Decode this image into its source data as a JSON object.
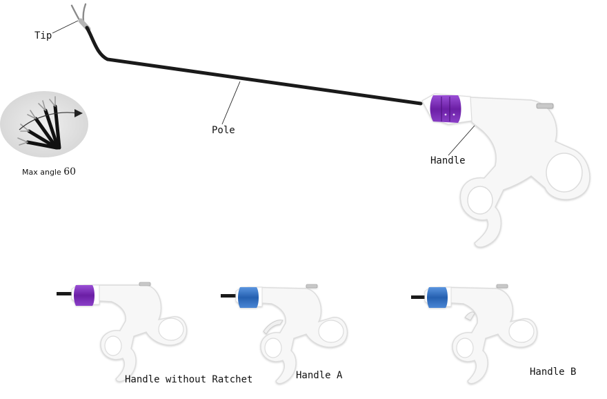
{
  "labels": {
    "tip": "Tip",
    "pole": "Pole",
    "handle": "Handle",
    "max_angle_text": "Max angle",
    "max_angle_value": "60",
    "variant_without_ratchet": "Handle without  Ratchet",
    "variant_a": "Handle A",
    "variant_b": "Handle B"
  },
  "colors": {
    "knob_purple": "#7b2fb5",
    "knob_blue": "#2f6fc4",
    "shaft": "#1a1a1a",
    "handle_body": "#f7f7f7",
    "handle_outline": "#dcdcdc",
    "inset_bg": "#e2e2e2"
  },
  "icons": {
    "main_instrument": "laparoscopic-grasper-icon",
    "angle_inset": "articulating-tip-angle-icon",
    "variant_handles": "handle-variant-icon"
  }
}
